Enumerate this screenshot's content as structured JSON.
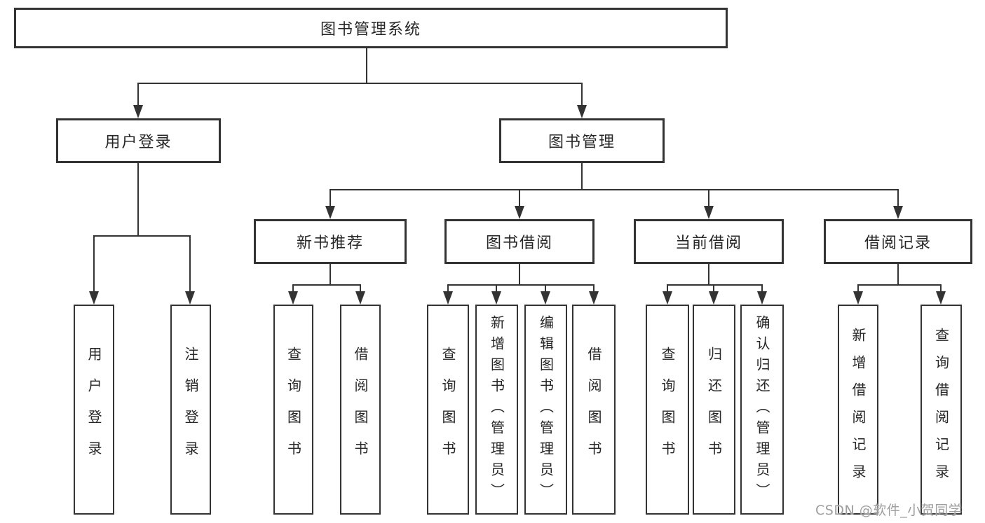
{
  "diagram": {
    "root": {
      "label": "图书管理系统"
    },
    "user_login": {
      "label": "用户登录",
      "children": [
        {
          "label": "用户登录"
        },
        {
          "label": "注销登录"
        }
      ]
    },
    "book_mgmt": {
      "label": "图书管理",
      "sections": [
        {
          "label": "新书推荐",
          "children": [
            {
              "label": "查询图书"
            },
            {
              "label": "借阅图书"
            }
          ]
        },
        {
          "label": "图书借阅",
          "children": [
            {
              "label": "查询图书"
            },
            {
              "label": "新增图书（管理员）"
            },
            {
              "label": "编辑图书（管理员）"
            },
            {
              "label": "借阅图书"
            }
          ]
        },
        {
          "label": "当前借阅",
          "children": [
            {
              "label": "查询图书"
            },
            {
              "label": "归还图书"
            },
            {
              "label": "确认归还（管理员）"
            }
          ]
        },
        {
          "label": "借阅记录",
          "children": [
            {
              "label": "新增借阅记录"
            },
            {
              "label": "查询借阅记录"
            }
          ]
        }
      ]
    }
  },
  "watermark": {
    "text": "CSDN @软件_小贺同学"
  },
  "colors": {
    "line": "#333333",
    "text": "#262626",
    "watermark": "#9e9e9e",
    "background": "#ffffff"
  }
}
